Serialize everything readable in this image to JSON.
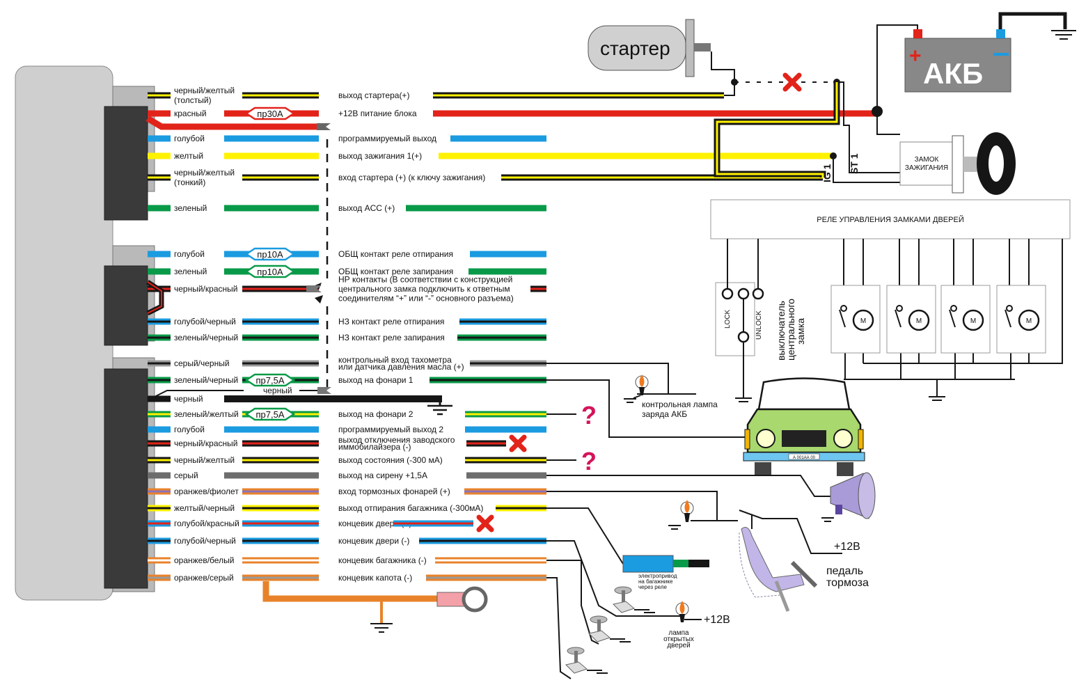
{
  "colors": {
    "black": "#161616",
    "yellow": "#fff200",
    "red": "#e2231a",
    "blue": "#1b9be0",
    "green": "#089a48",
    "gray": "#9a9a9a",
    "darkgray": "#6d6d6d",
    "orange": "#e8822a",
    "violet": "#8f72b6",
    "white": "#ffffff",
    "cross": "#e2231a",
    "question": "#d4145a",
    "car": "#a8d86e",
    "plate": "#6ec6f0",
    "siren": "#a99bd8"
  },
  "rows": [
    {
      "left": [
        "черный/желтый",
        "(толстый)"
      ],
      "right": [
        "выход стартера(+)"
      ],
      "main": "black",
      "stripe": "yellow"
    },
    {
      "left": [
        "красный"
      ],
      "right": [
        "+12В питание блока"
      ],
      "main": "red",
      "stripe": null,
      "fuse": "пр30А"
    },
    {
      "left": [
        "голубой"
      ],
      "right": [
        "программируемый выход"
      ],
      "main": "blue",
      "stripe": null
    },
    {
      "left": [
        "желтый"
      ],
      "right": [
        "выход зажигания 1(+)"
      ],
      "main": "yellow",
      "stripe": null
    },
    {
      "left": [
        "черный/желтый",
        "(тонкий)"
      ],
      "right": [
        "вход стартера (+) (к ключу зажигания)"
      ],
      "main": "black",
      "stripe": "yellow"
    },
    {
      "left": [
        "зеленый"
      ],
      "right": [
        "выход ACC (+)"
      ],
      "main": "green",
      "stripe": null
    },
    {
      "left": [
        "голубой"
      ],
      "right": [
        "ОБЩ контакт реле отпирания"
      ],
      "main": "blue",
      "stripe": null,
      "fuse": "пр10А"
    },
    {
      "left": [
        "зеленый"
      ],
      "right": [
        "ОБЩ контакт реле запирания"
      ],
      "main": "green",
      "stripe": null,
      "fuse": "пр10А"
    },
    {
      "left": [
        "черный/красный"
      ],
      "right": [
        "НР контакты (В соответствии с конструкцией",
        "центрального замка подключить к ответным",
        "соединителям “+” или “-” основного разъема)"
      ],
      "main": "black",
      "stripe": "red"
    },
    {
      "left": [
        "голубой/черный"
      ],
      "right": [
        "НЗ контакт реле отпирания"
      ],
      "main": "blue",
      "stripe": "black"
    },
    {
      "left": [
        "зеленый/черный"
      ],
      "right": [
        "НЗ контакт реле запирания"
      ],
      "main": "green",
      "stripe": "black"
    },
    {
      "left": [
        "серый/черный"
      ],
      "right": [
        "контрольный вход тахометра",
        "или датчика давления масла (+)"
      ],
      "main": "gray",
      "stripe": "black"
    },
    {
      "left": [
        "зеленый/черный"
      ],
      "right": [
        "выход на фонари 1"
      ],
      "main": "green",
      "stripe": "black",
      "fuse": "пр7,5А"
    },
    {
      "left": [
        "черный"
      ],
      "right": [],
      "main": "black",
      "stripe": null
    },
    {
      "left": [
        "зеленый/желтый"
      ],
      "right": [
        "выход на фонари 2"
      ],
      "main": "green",
      "stripe": "yellow",
      "fuse": "пр7,5А",
      "mark": "?"
    },
    {
      "left": [
        "голубой"
      ],
      "right": [
        "программируемый выход 2"
      ],
      "main": "blue",
      "stripe": null
    },
    {
      "left": [
        "черный/красный"
      ],
      "right": [
        "выход отключения заводского",
        "иммобилайзера (-)"
      ],
      "main": "black",
      "stripe": "red",
      "mark": "x"
    },
    {
      "left": [
        "черный/желтый"
      ],
      "right": [
        "выход состояния (-300 мА)"
      ],
      "main": "black",
      "stripe": "yellow",
      "mark": "?"
    },
    {
      "left": [
        "серый"
      ],
      "right": [
        "выход на сирену +1,5А"
      ],
      "main": "darkgray",
      "stripe": null
    },
    {
      "left": [
        "оранжев/фиолет"
      ],
      "right": [
        "вход тормозных фонарей (+)"
      ],
      "main": "orange",
      "stripe": "violet"
    },
    {
      "left": [
        "желтый/черный"
      ],
      "right": [
        "выход отпирания багажника (-300мА)"
      ],
      "main": "yellow",
      "stripe": "black"
    },
    {
      "left": [
        "голубой/красный"
      ],
      "right": [
        "концевик двери (+)"
      ],
      "main": "blue",
      "stripe": "red",
      "mark": "x"
    },
    {
      "left": [
        "голубой/черный"
      ],
      "right": [
        "концевик двери (-)"
      ],
      "main": "blue",
      "stripe": "black"
    },
    {
      "left": [
        "оранжев/белый"
      ],
      "right": [
        "концевик багажника (-)"
      ],
      "main": "orange",
      "stripe": "white"
    },
    {
      "left": [
        "оранжев/серый"
      ],
      "right": [
        "концевик капота (-)"
      ],
      "main": "orange",
      "stripe": "gray"
    }
  ],
  "small_black_label": "черный",
  "question_mark": "?",
  "starter": "стартер",
  "battery": "АКБ",
  "ignition_lock": [
    "ЗАМОК",
    "ЗАЖИГАНИЯ"
  ],
  "ig1": "IG 1",
  "st1": "ST 1",
  "relay_title": "РЕЛЕ УПРАВЛЕНИЯ ЗАМКАМИ ДВЕРЕЙ",
  "lock": "LOCK",
  "unlock": "UNLOCK",
  "motor": "M",
  "switch_label": [
    "выключатель",
    "центрального",
    "замка"
  ],
  "charge_lamp": [
    "контрольная лампа",
    "заряда АКБ"
  ],
  "plate": "А 001АА 00",
  "plus12": "+12В",
  "pedal": [
    "педаль",
    "тормоза"
  ],
  "trunk_drive": [
    "электропривод",
    "на багажнике",
    "через реле"
  ],
  "door_lamp": [
    "лампа",
    "открытых",
    "дверей"
  ]
}
